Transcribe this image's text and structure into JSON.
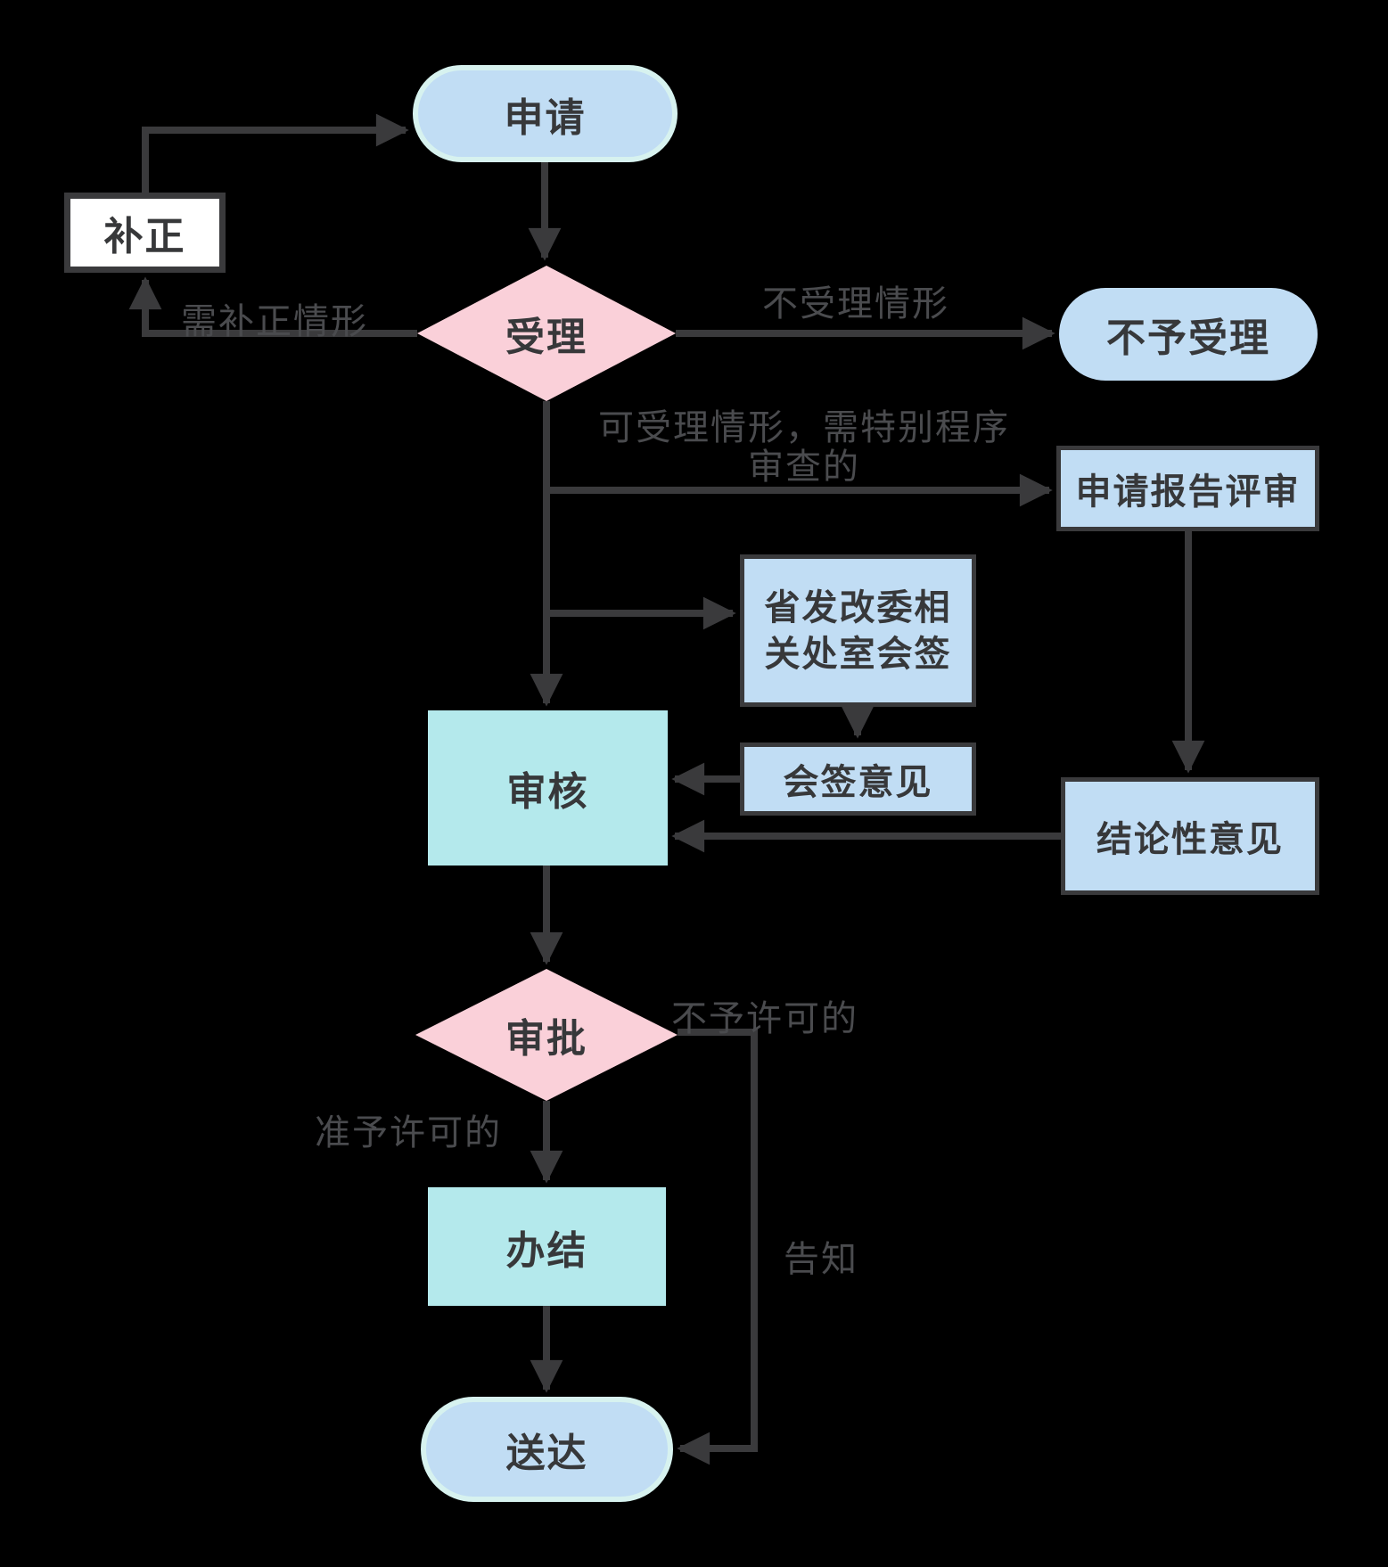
{
  "nodes": {
    "apply": "申请",
    "supplement": "补正",
    "accept": "受理",
    "reject": "不予受理",
    "report_review": "申请报告评审",
    "countersign": "省发改委相关处室会签",
    "countersign_opinion": "会签意见",
    "review": "审核",
    "conclusive_opinion": "结论性意见",
    "approval": "审批",
    "complete": "办结",
    "deliver": "送达"
  },
  "edge_labels": {
    "need_supplement": "需补正情形",
    "not_accept": "不受理情形",
    "acceptable_line1": "可受理情形，需特别程序",
    "acceptable_line2": "审查的",
    "not_permitted": "不予许可的",
    "permitted": "准予许可的",
    "notify": "告知"
  },
  "colors": {
    "background": "#000000",
    "node_blue": "#C1DDF4",
    "node_cyan": "#B4E9EC",
    "node_pink": "#FAD0D9",
    "node_white": "#FFFFFF",
    "pill_border": "#D7F2EF",
    "box_border": "#3A3A3C",
    "arrow": "#3A3A3C",
    "node_text": "#37383A",
    "edge_label_text": "#4A4B4E"
  }
}
